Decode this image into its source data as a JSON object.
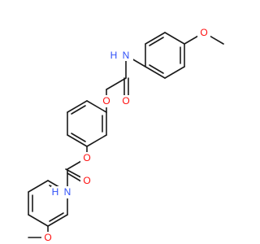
{
  "colors": {
    "bond": "#1a1a1a",
    "carbon": "#1a1a1a",
    "oxygen": "#ff0d0d",
    "nitrogen": "#3050f8",
    "background": "#ffffff"
  },
  "labels": {
    "o_methoxy_top": "O",
    "n_amide_top": "N",
    "h_amide_top": "H",
    "o_carbonyl_top": "O",
    "o_ether_top": "O",
    "o_ether_bottom": "O",
    "o_carbonyl_bottom": "O",
    "n_amide_bottom": "N",
    "h_amide_bottom": "H",
    "o_methoxy_bottom": "O"
  }
}
